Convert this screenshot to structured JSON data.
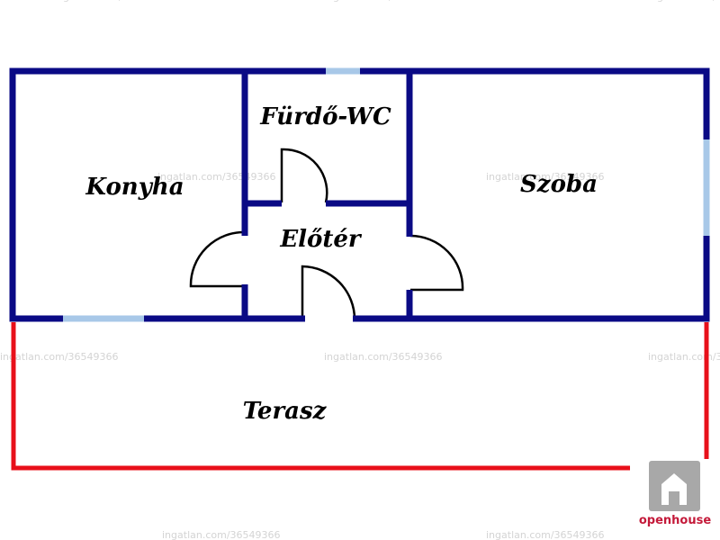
{
  "colors": {
    "wall": "#0a0a85",
    "window": "#a8c8e8",
    "terrace": "#e8101a",
    "door": "#000000",
    "watermark": "#d4d4d4",
    "logo_bg": "#a8a8a8",
    "logo_text": "#c41a3a"
  },
  "rooms": {
    "konyha": "Konyha",
    "furdo": "Fürdő-WC",
    "szoba": "Szoba",
    "eloter": "Előtér",
    "terasz": "Terasz"
  },
  "watermark_text": "ingatlan.com/36549366",
  "logo": {
    "text": "openhouse",
    "icon": "house-arrow-icon"
  }
}
